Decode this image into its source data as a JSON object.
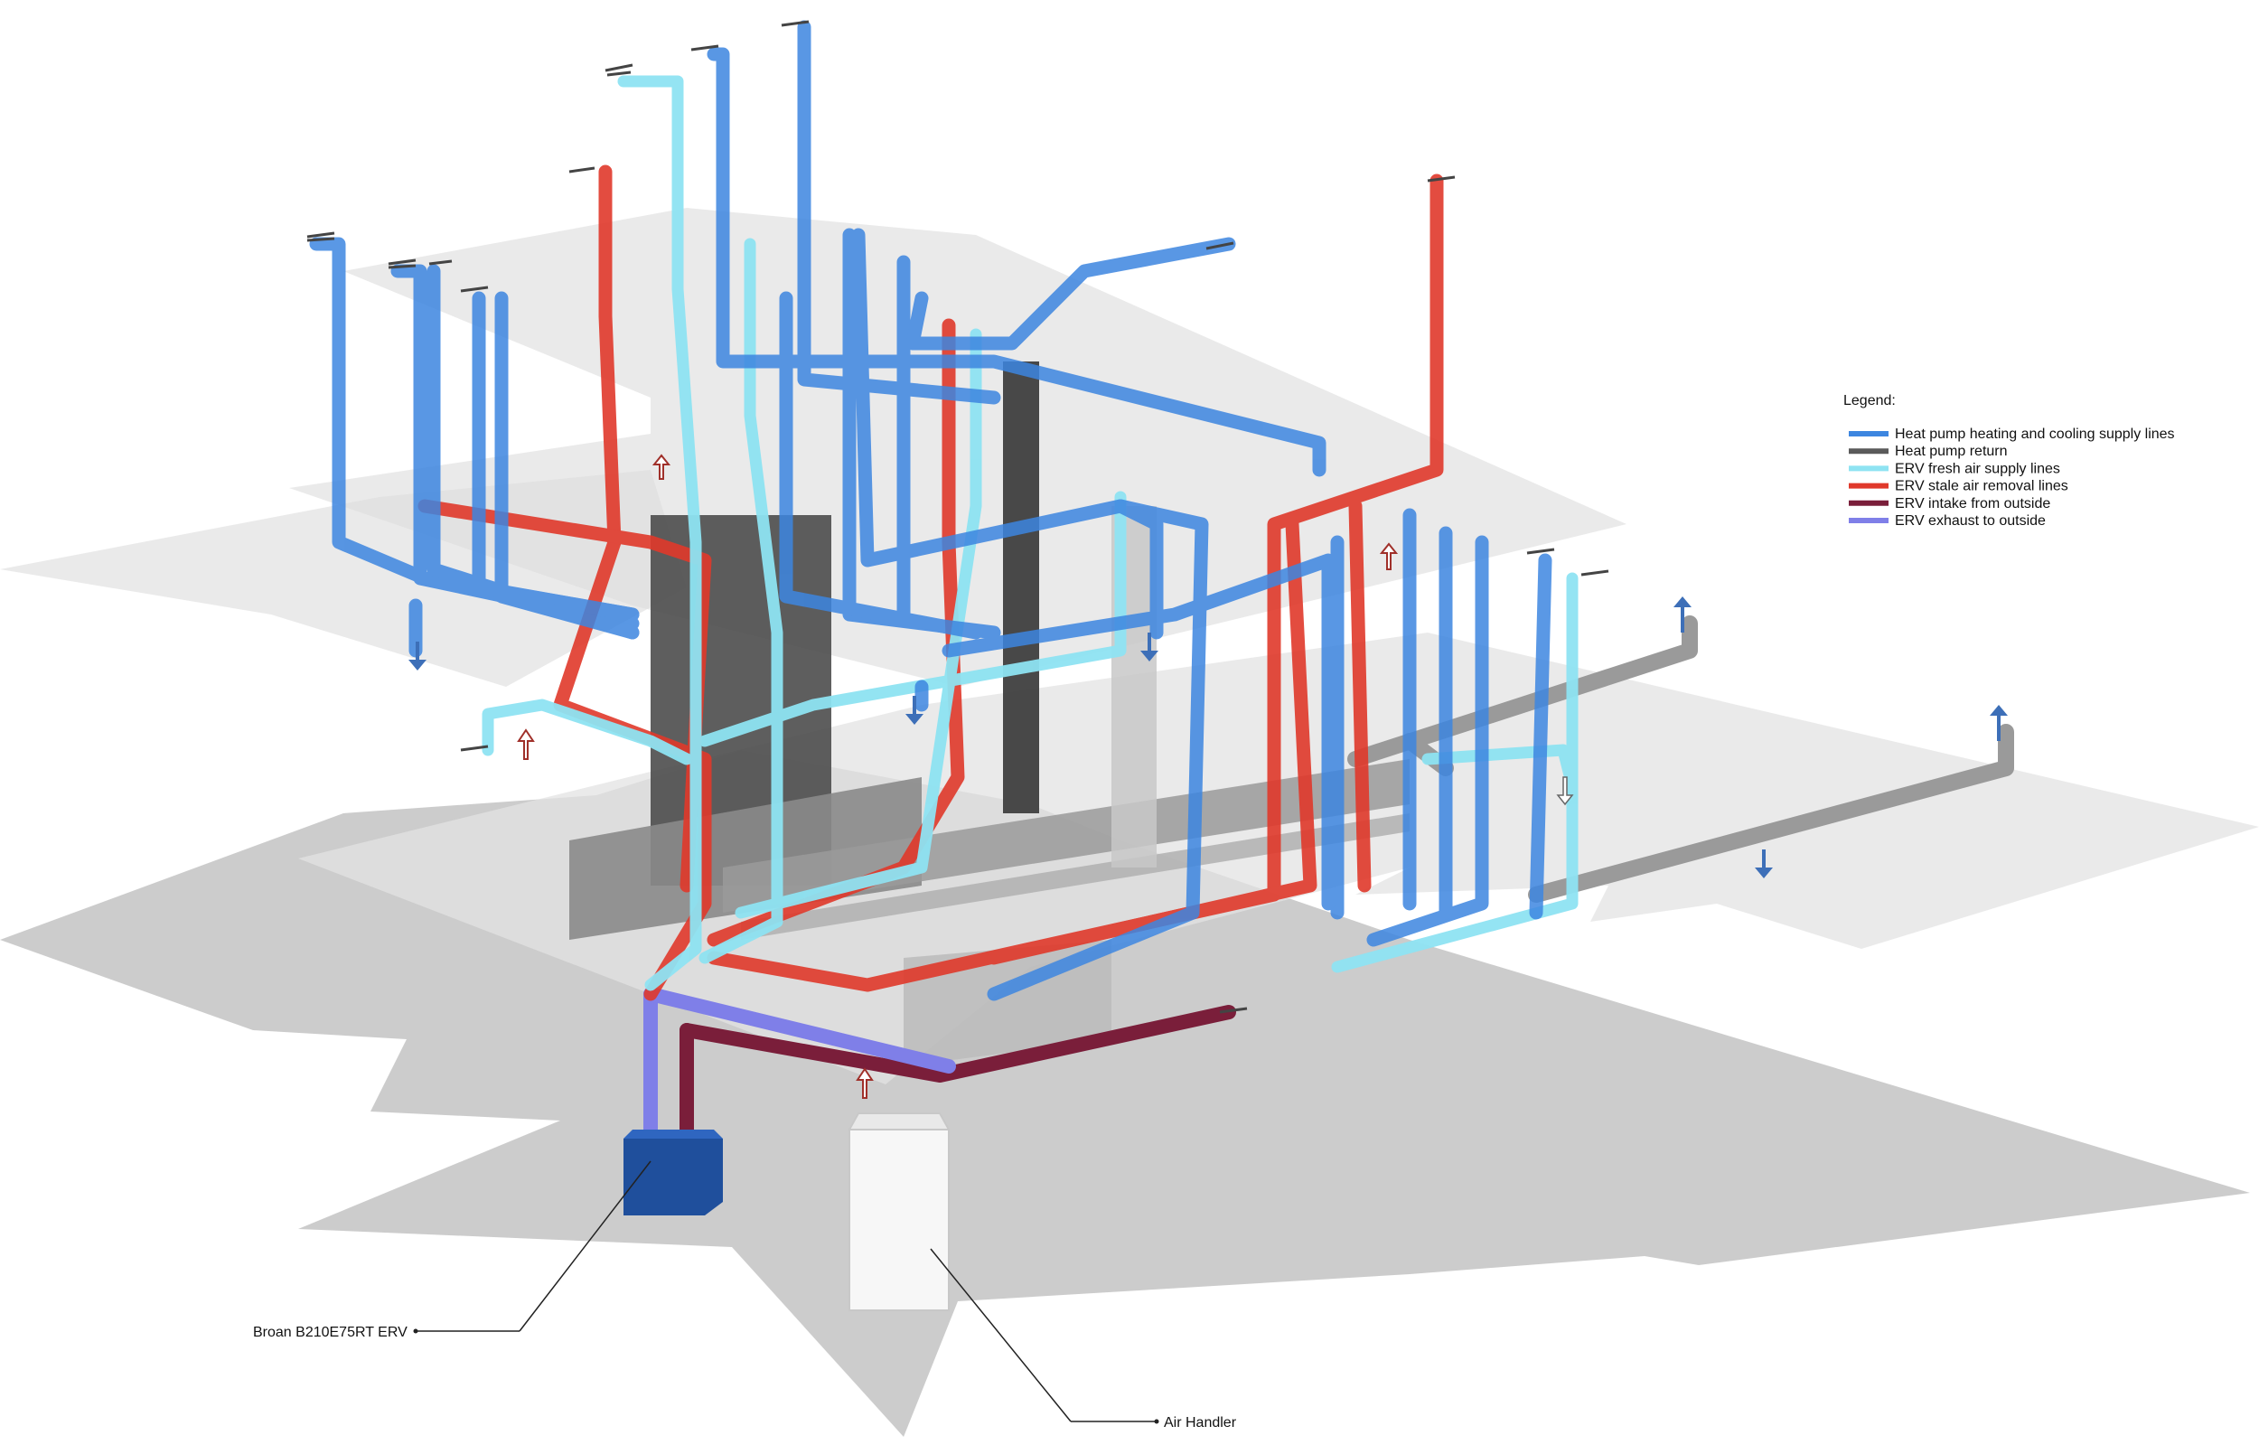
{
  "legend": {
    "title": "Legend:",
    "items": [
      {
        "label": "Heat pump heating and cooling supply lines",
        "color": "#3d86e0"
      },
      {
        "label": "Heat pump return",
        "color": "#5a5a5a"
      },
      {
        "label": "ERV fresh air supply lines",
        "color": "#8ee3f2"
      },
      {
        "label": "ERV stale air removal lines",
        "color": "#e0392b"
      },
      {
        "label": "ERV intake from outside",
        "color": "#7a1e3a"
      },
      {
        "label": "ERV exhaust to outside",
        "color": "#7f7fe8"
      }
    ]
  },
  "callouts": {
    "erv": "Broan B210E75RT ERV",
    "air_handler": "Air Handler"
  }
}
